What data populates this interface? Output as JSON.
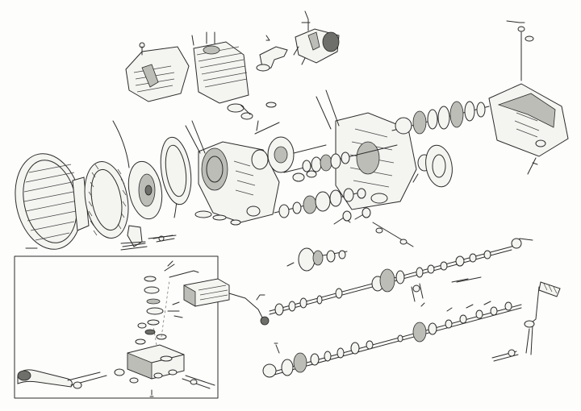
{
  "drawing": {
    "kind": "exploded engine and gearbox assembly line drawing",
    "colors": {
      "paper": "#fdfdfb",
      "ink": "#2b2b2b",
      "shade": "#bdbdb8",
      "dark": "#6e6e6a"
    },
    "groups": [
      "cylinder-head",
      "cylinder-barrel",
      "carburettor",
      "intake-manifold",
      "fan-cowl-grille",
      "flywheel-magneto",
      "clutch-assembly",
      "crankcase-left",
      "crankcase-right",
      "crankshaft",
      "gearbox-shafts",
      "gear-cluster-upper",
      "gear-cluster-lower",
      "side-cover",
      "gear-selector-drum",
      "kickstart-shaft",
      "main-drive-shaft",
      "countershaft",
      "footrest-bracket",
      "kickstart-pedal",
      "gear-change-lever",
      "selector-linkage-inset"
    ]
  }
}
